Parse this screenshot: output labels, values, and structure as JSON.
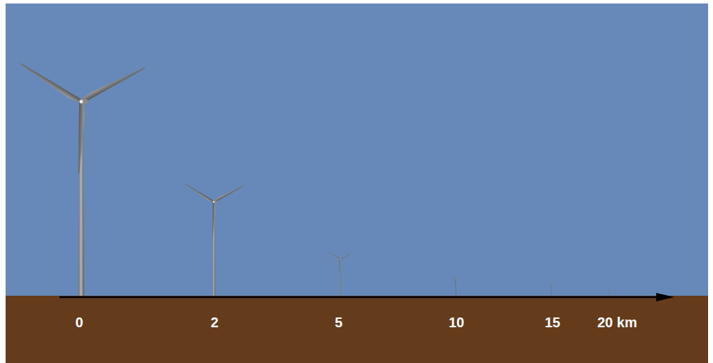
{
  "diagram": {
    "labels": [
      "0",
      "2",
      "5",
      "10",
      "15",
      "20 km"
    ]
  }
}
